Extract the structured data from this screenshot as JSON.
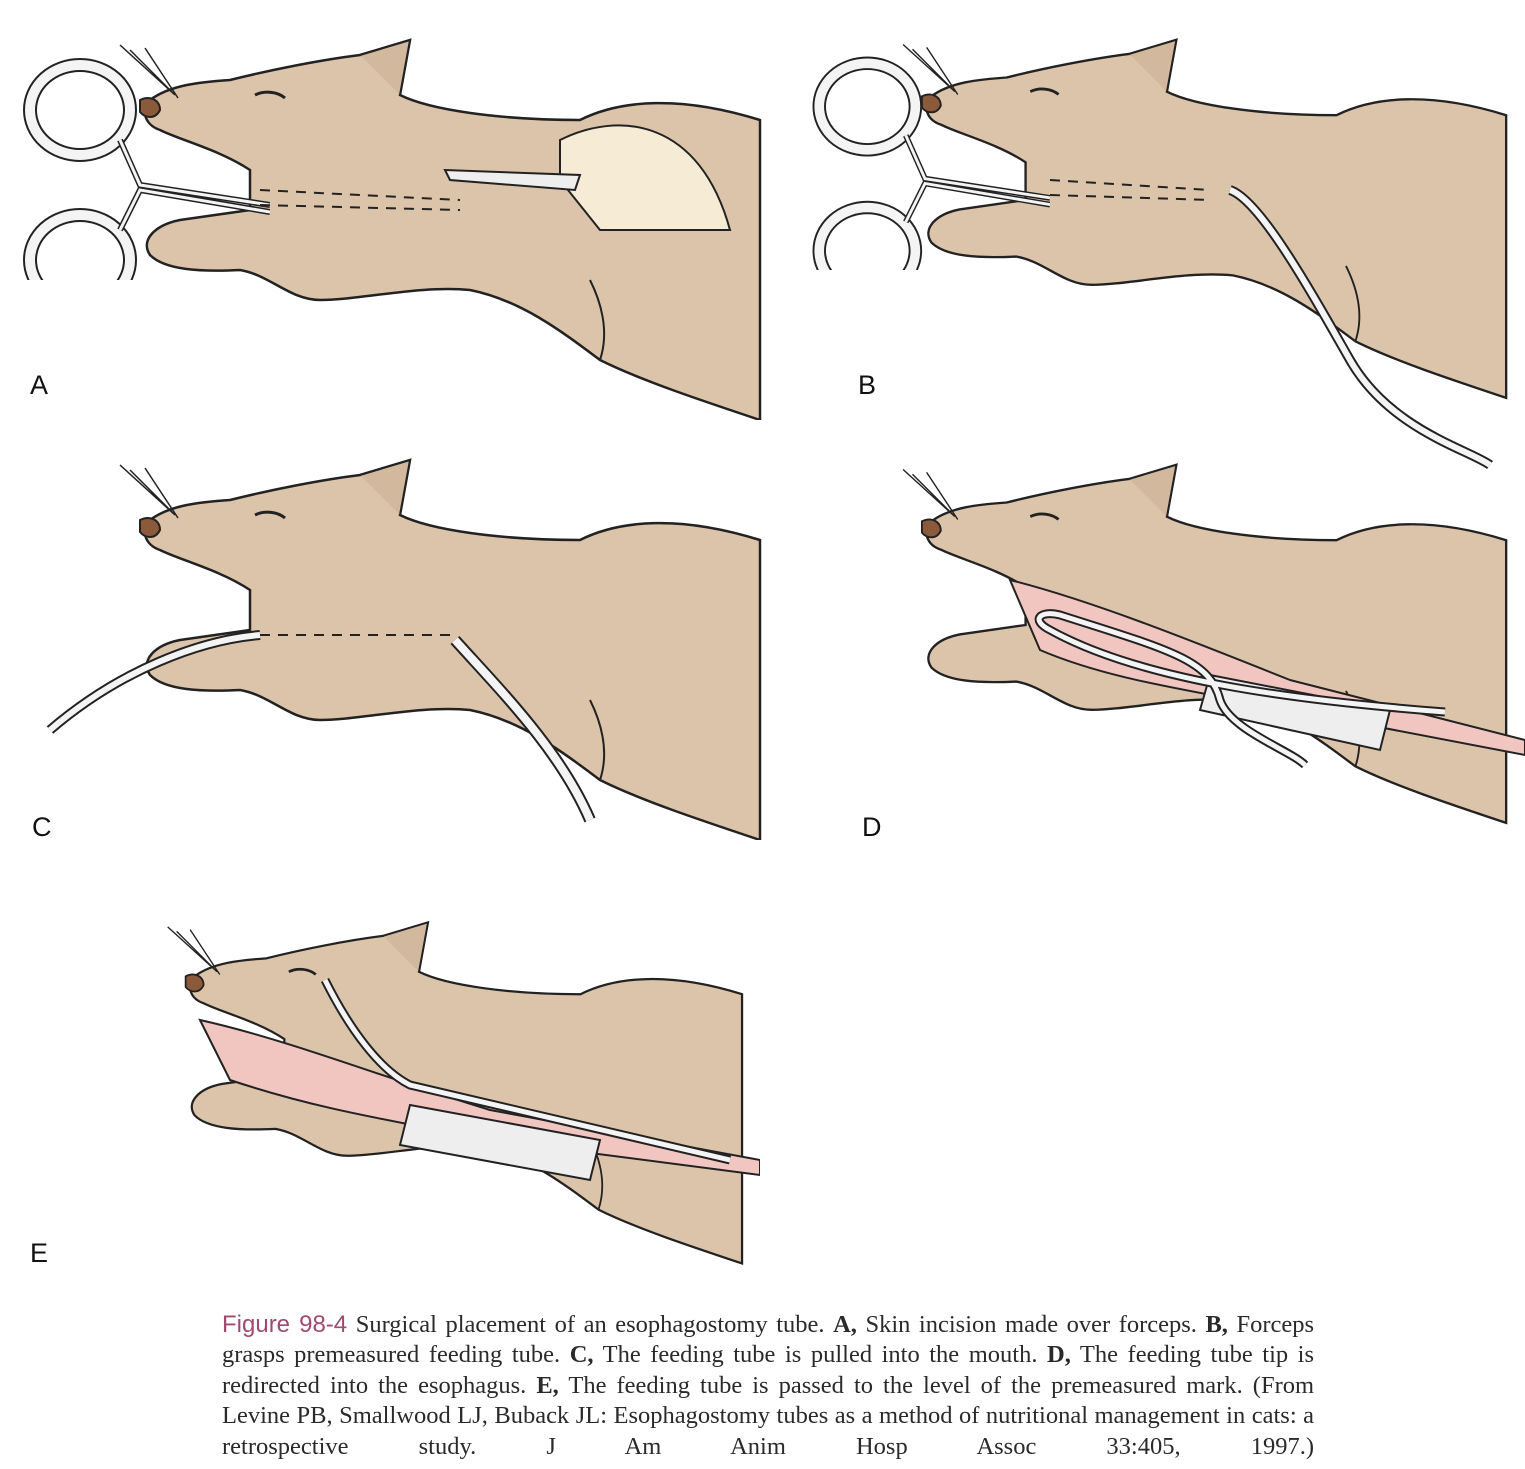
{
  "figure": {
    "number_label": "Figure 98-4",
    "panels": [
      {
        "label": "A"
      },
      {
        "label": "B"
      },
      {
        "label": "C"
      },
      {
        "label": "D"
      },
      {
        "label": "E"
      }
    ],
    "caption": {
      "title": "Surgical placement of an esophagostomy tube.",
      "steps": [
        {
          "key": "A,",
          "text": "Skin incision made over forceps."
        },
        {
          "key": "B,",
          "text": "Forceps grasps premeasured feeding tube."
        },
        {
          "key": "C,",
          "text": "The feeding tube is pulled into the mouth."
        },
        {
          "key": "D,",
          "text": "The feeding tube tip is redirected into the esophagus."
        },
        {
          "key": "E,",
          "text": "The feeding tube is passed to the level of the premeasured mark."
        }
      ],
      "source": "(From Levine PB, Smallwood LJ, Buback JL: Esophagostomy tubes as a method of nutritional management in cats: a retrospective study. J Am Anim Hosp Assoc 33:405, 1997.)"
    },
    "colors": {
      "fur": "#dcc4aa",
      "nose": "#8a5a3a",
      "mucosa": "#f2c6c0",
      "instrument": "#f4f4f4",
      "figure_label": "#a04a72"
    }
  }
}
